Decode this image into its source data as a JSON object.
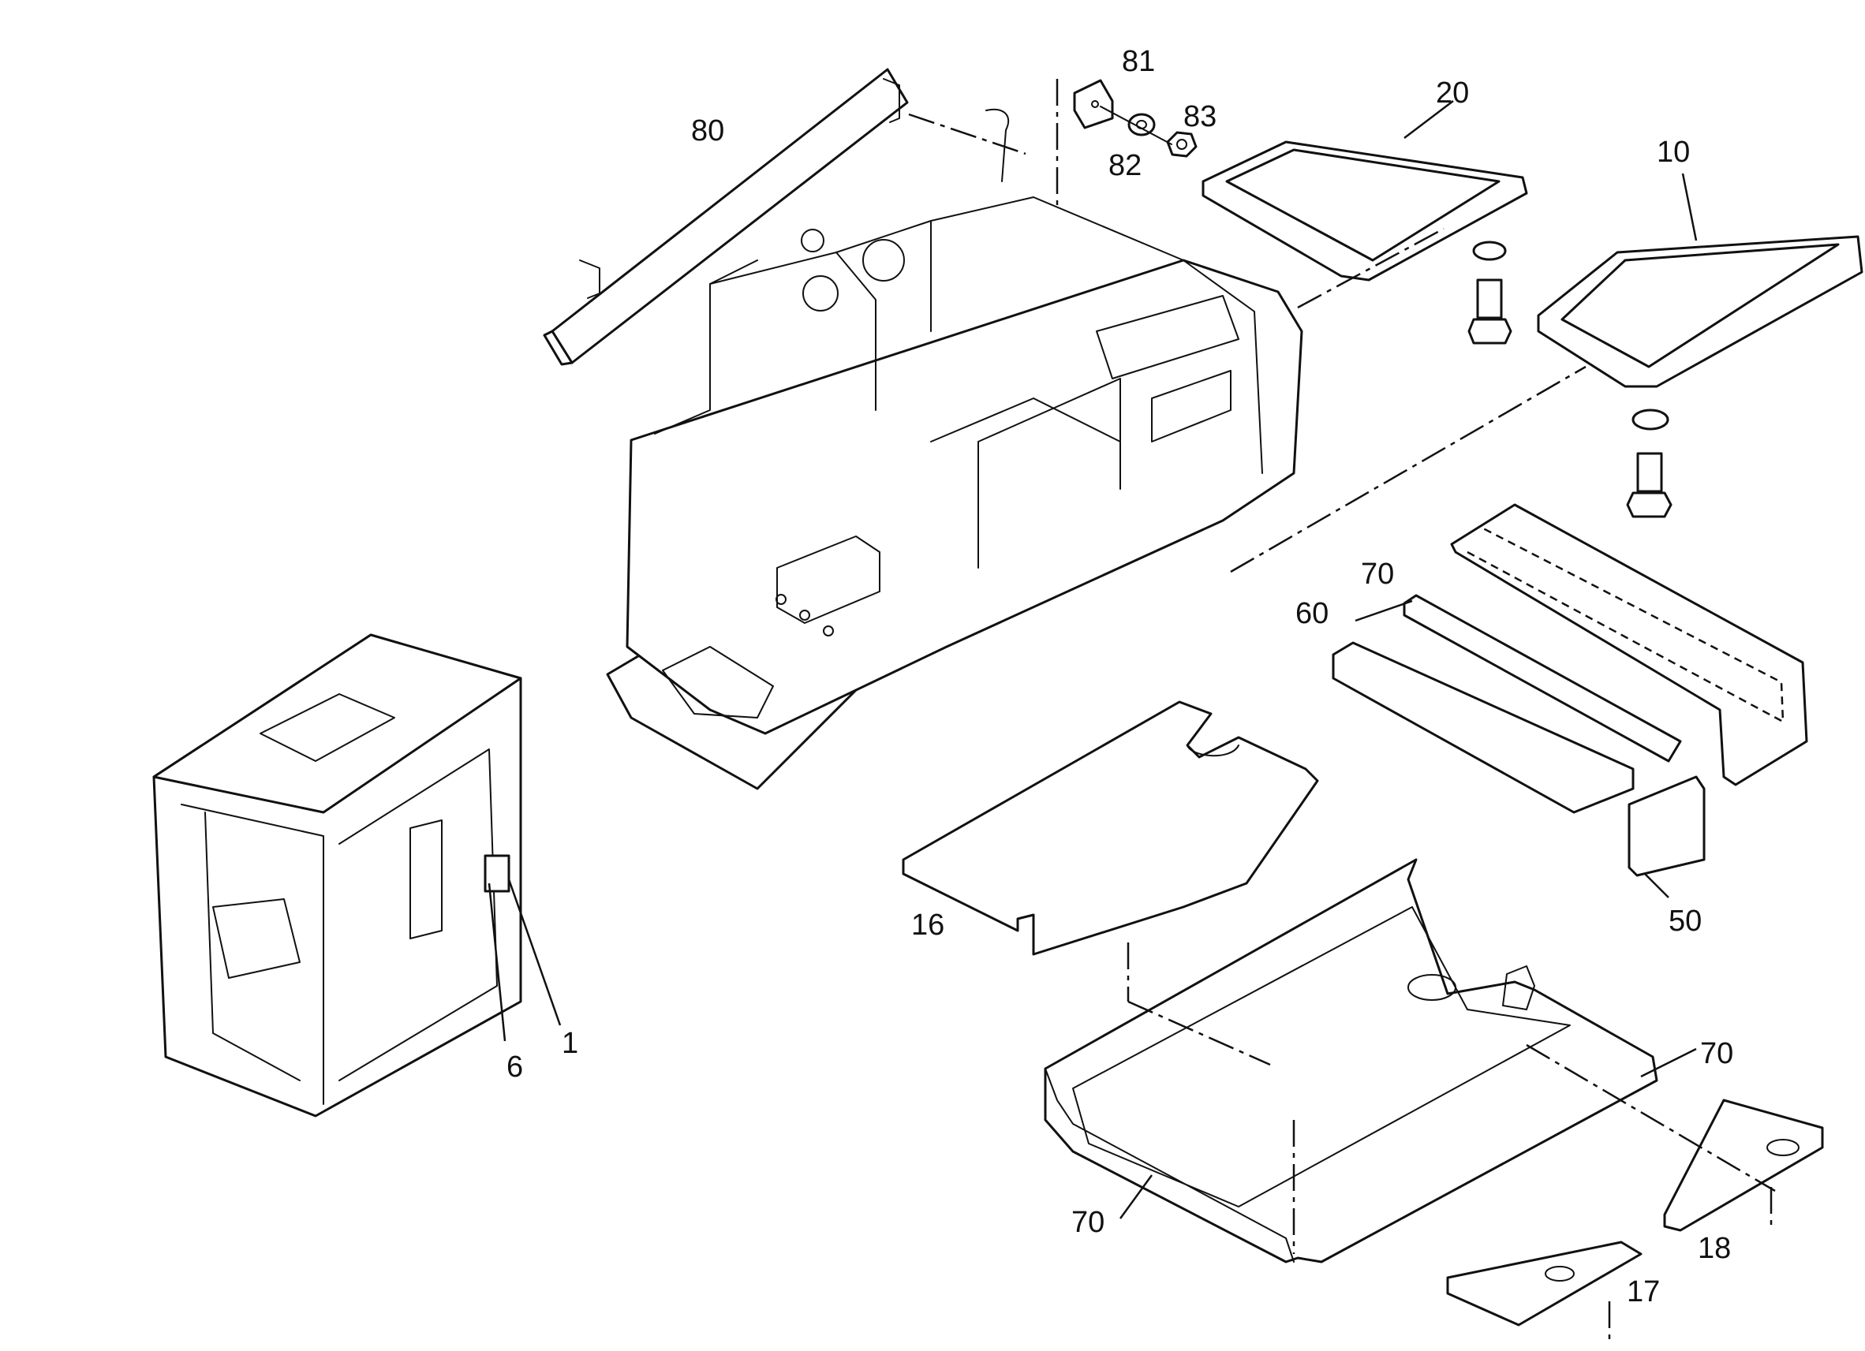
{
  "diagram": {
    "callouts": {
      "c81": "81",
      "c80": "80",
      "c82": "82",
      "c83": "83",
      "c20": "20",
      "c10": "10",
      "c70_top": "70",
      "c60": "60",
      "c16": "16",
      "c50": "50",
      "c1": "1",
      "c6": "6",
      "c70_right": "70",
      "c70_bottom": "70",
      "c18": "18",
      "c17": "17"
    }
  }
}
